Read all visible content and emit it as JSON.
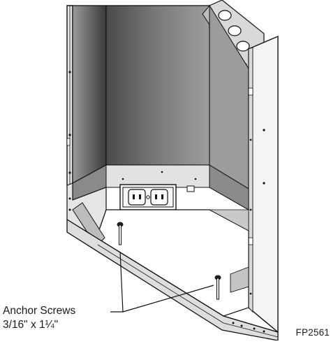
{
  "annotation": {
    "label_line1": "Anchor Screws",
    "label_line2": "3/16\" x 1¼\""
  },
  "figure_id": "FP2561",
  "colors": {
    "panel_dark": "#3a3a3a",
    "panel_mid": "#6e6e6e",
    "panel_light": "#bdbdbd",
    "outline": "#111111",
    "background": "#ffffff"
  }
}
